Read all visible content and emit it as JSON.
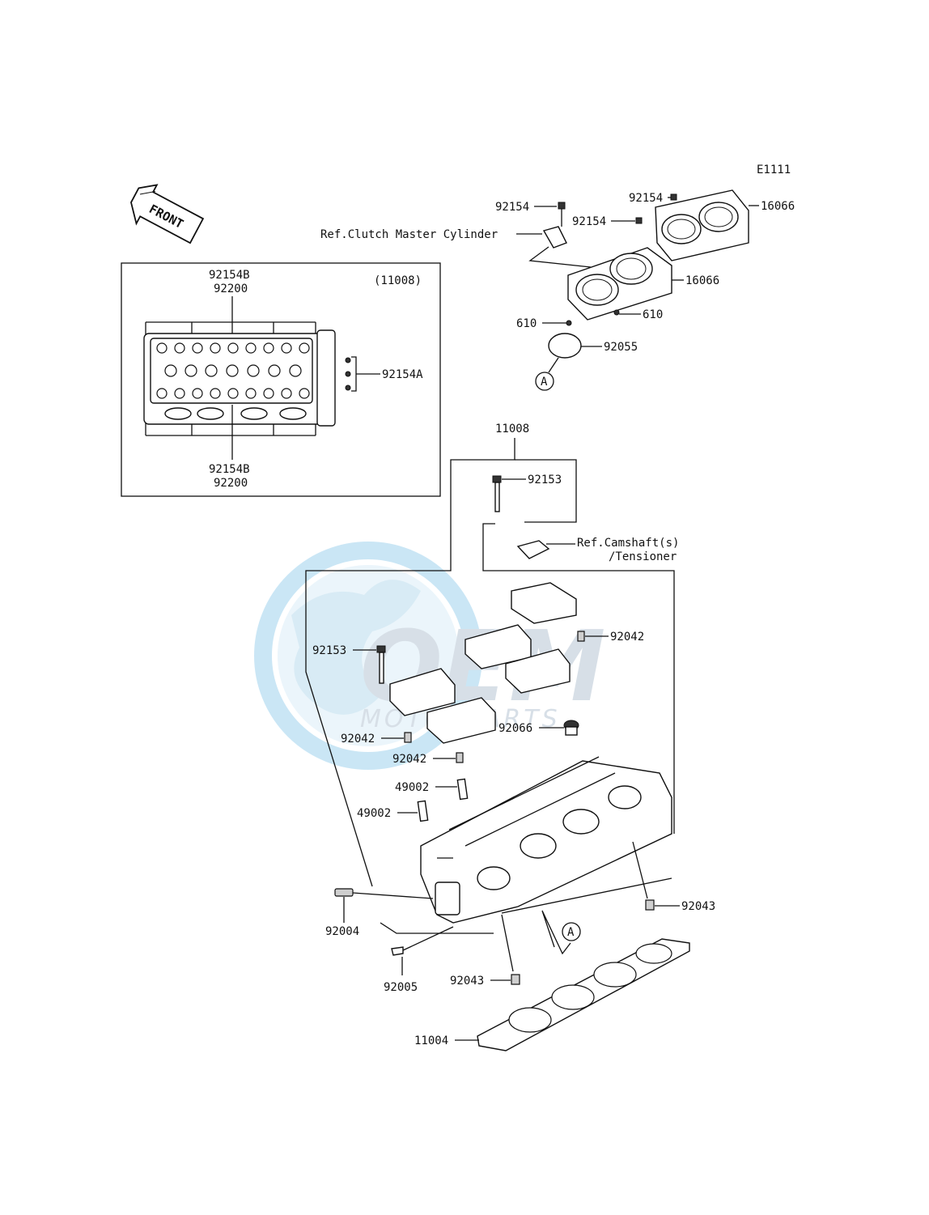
{
  "diagram_code": "E1111",
  "front_label": "FRONT",
  "inset_assembly": "(11008)",
  "watermark": {
    "line1": "OEM",
    "line2": "MOTORPARTS"
  },
  "callouts": {
    "ref_clutch": "Ref.Clutch Master Cylinder",
    "ref_camshaft_1": "Ref.Camshaft(s)",
    "ref_camshaft_2": "/Tensioner",
    "marker_a": "A"
  },
  "parts": {
    "p92154_a": "92154",
    "p92154_b": "92154",
    "p92154_c": "92154",
    "p16066_top": "16066",
    "p16066_mid": "16066",
    "p610_right": "610",
    "p610_left": "610",
    "p92055": "92055",
    "p11008": "11008",
    "p92153_top": "92153",
    "p92042_right": "92042",
    "p92153_left": "92153",
    "p92042_left": "92042",
    "p92042_mid": "92042",
    "p92066": "92066",
    "p49002_a": "49002",
    "p49002_b": "49002",
    "p92004": "92004",
    "p92005": "92005",
    "p92043_right": "92043",
    "p92043_left": "92043",
    "p11004": "11004",
    "inset_92154B_top": "92154B",
    "inset_92200_top": "92200",
    "inset_92154A": "92154A",
    "inset_92154B_bottom": "92154B",
    "inset_92200_bottom": "92200"
  }
}
